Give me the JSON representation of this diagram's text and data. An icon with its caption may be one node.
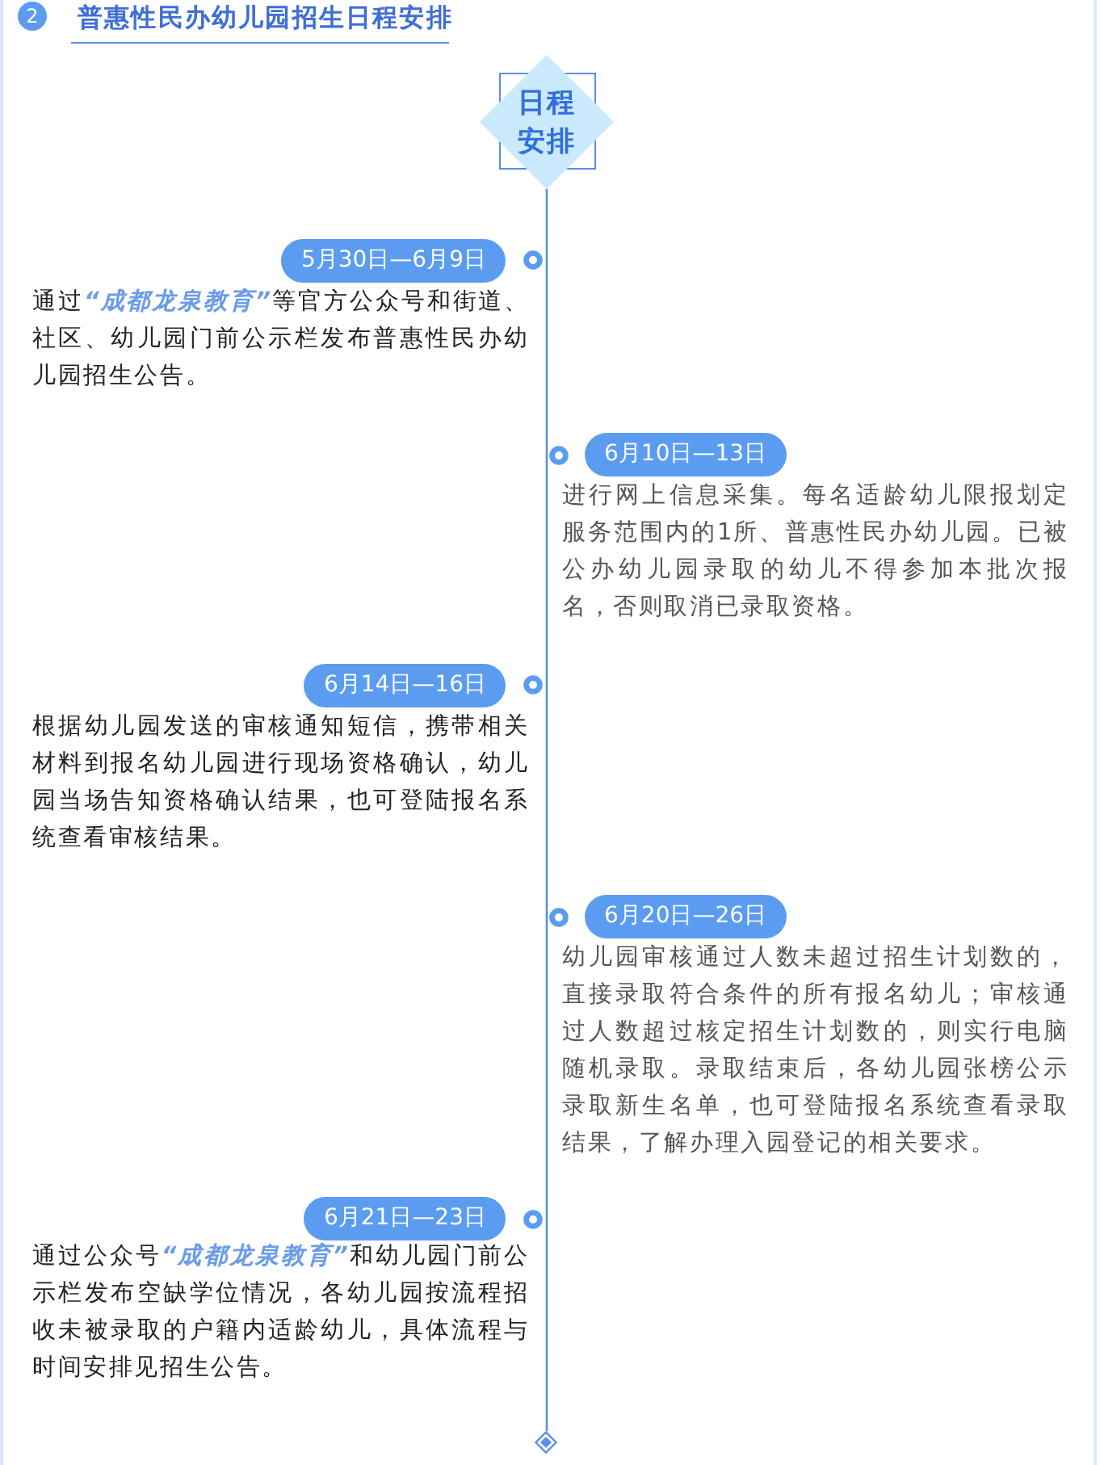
{
  "diagram": {
    "title": "普惠性民办幼儿园招生日程安排",
    "nodes": [
      {
        "text": [
          "日程安排"
        ]
      },
      {
        "text": [
          "5月30日—6月9日"
        ],
        "beside": [
          "通过**“成都龙泉教育”**等官方公众号和街道、社区、幼儿园门前公示栏发布普惠性民办幼儿园招生公告。"
        ]
      },
      {
        "text": [
          "6月10日—13日"
        ],
        "beside": [
          "进行网上信息采集。每名适龄幼儿限报划定服务范围内的1所、普惠性民办幼儿园。已被公办幼儿园录取的幼儿不得参加本批次报名，否则取消已录取资格。"
        ]
      },
      {
        "text": [
          "6月14日—16日"
        ],
        "beside": [
          "根据幼儿园发送的审核通知短信，携带相关材料到报名幼儿园进行现场资格确认，幼儿园当场告知资格确认结果，也可登陆报名系统查看审核结果。"
        ]
      },
      {
        "text": [
          "6月20日—26日"
        ],
        "beside": [
          "幼儿园审核通过人数未超过招生计划数的，直接录取符合条件的所有报名幼儿；审核通过人数超过核定招生计划数的，则实行电脑随机录取。录取结束后，各幼儿园张榜公示录取新生名单，也可登陆报名系统查看录取结果，了解办理入园登记的相关要求。"
        ]
      },
      {
        "text": [
          "6月21日—23日"
        ],
        "beside": [
          "通过公众号**“成都龙泉教育”**和幼儿园门前公示栏发布空缺学位情况，各幼儿园按流程招收未被录取的户籍内适龄幼儿，具体流程与时间安排见招生公告。"
        ]
      },
      {
        "text": [],
        "shape": "diamond"
      }
    ],
    "edges": [
      {
        "from": 0,
        "to": 6,
        "arrow": "none"
      }
    ],
    "labels": [
      "2"
    ]
  }
}
